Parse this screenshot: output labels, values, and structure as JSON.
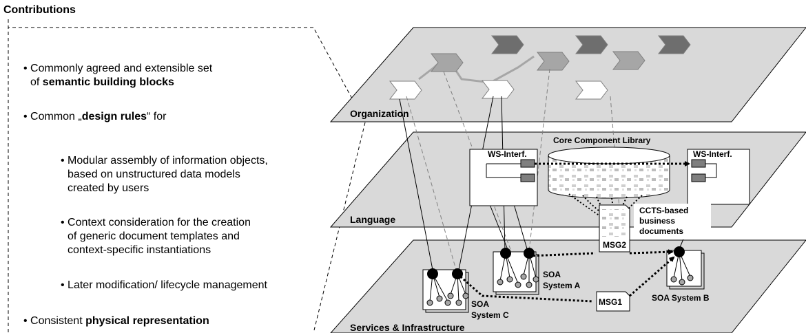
{
  "heading": "Contributions",
  "bullets": {
    "b1_line1": "• Commonly agreed and extensible set",
    "b1_line2_pre": "of ",
    "b1_line2_bold": "semantic building blocks",
    "b2_pre": "• Common „",
    "b2_bold": "design rules",
    "b2_post": "“ for",
    "s1_line1": "• Modular assembly of information objects,",
    "s1_line2": "based on unstructured data models",
    "s1_line3": "created by users",
    "s2_line1": "• Context consideration for the creation",
    "s2_line2": "of generic document templates and",
    "s2_line3": "context-specific instantiations",
    "s3": "• Later modification/ lifecycle management",
    "b3_pre": "• Consistent ",
    "b3_bold": "physical representation"
  },
  "layers": {
    "organization": "Organization",
    "language": "Language",
    "services": "Services & Infrastructure"
  },
  "labels": {
    "library": "Core Component Library",
    "ws_left": "WS-Interf.",
    "ws_right": "WS-Interf.",
    "ccts_1": "CCTS-based",
    "ccts_2": "business",
    "ccts_3": "documents",
    "msg1": "MSG1",
    "msg2": "MSG2",
    "soa_a_1": "SOA",
    "soa_a_2": "System A",
    "soa_b": "SOA System B",
    "soa_c_1": "SOA",
    "soa_c_2": "System C"
  },
  "colors": {
    "plane_fill": "#d9d9d9",
    "chevron_dark": "#6e6e6e",
    "chevron_mid": "#a6a6a6",
    "chevron_light": "#ffffff"
  }
}
